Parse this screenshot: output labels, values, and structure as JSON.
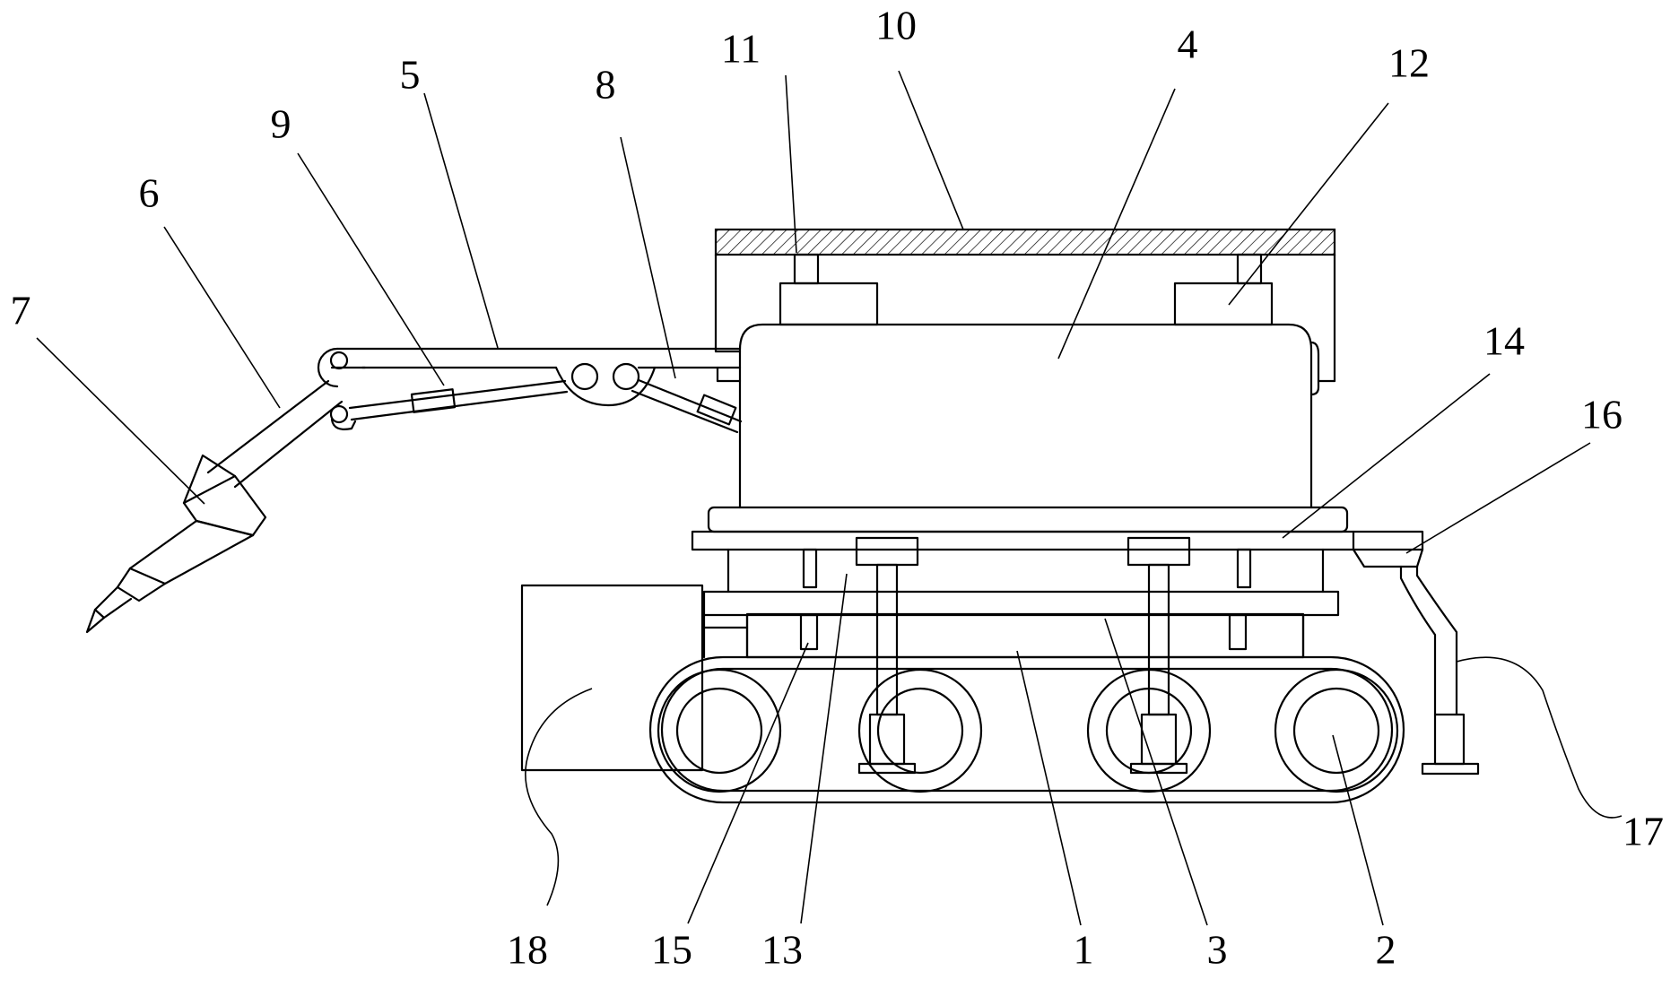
{
  "figure": {
    "callouts": [
      {
        "id": "c1",
        "label": "1"
      },
      {
        "id": "c2",
        "label": "2"
      },
      {
        "id": "c3",
        "label": "3"
      },
      {
        "id": "c4",
        "label": "4"
      },
      {
        "id": "c5",
        "label": "5"
      },
      {
        "id": "c6",
        "label": "6"
      },
      {
        "id": "c7",
        "label": "7"
      },
      {
        "id": "c8",
        "label": "8"
      },
      {
        "id": "c9",
        "label": "9"
      },
      {
        "id": "c10",
        "label": "10"
      },
      {
        "id": "c11",
        "label": "11"
      },
      {
        "id": "c12",
        "label": "12"
      },
      {
        "id": "c13",
        "label": "13"
      },
      {
        "id": "c14",
        "label": "14"
      },
      {
        "id": "c15",
        "label": "15"
      },
      {
        "id": "c16",
        "label": "16"
      },
      {
        "id": "c17",
        "label": "17"
      },
      {
        "id": "c18",
        "label": "18"
      }
    ]
  }
}
